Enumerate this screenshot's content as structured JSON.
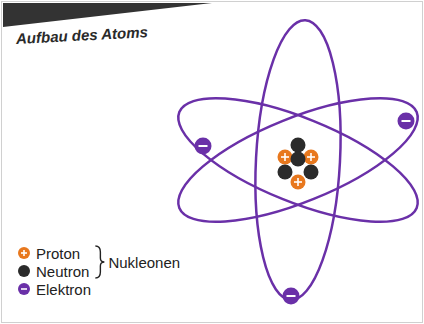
{
  "diagram": {
    "title": "Aufbau des Atoms",
    "labels": [
      "Nukleonen"
    ],
    "legend": [
      {
        "text": "Proton",
        "color": "#e8781e"
      },
      {
        "text": "Neutron",
        "color": "#2b2b2b"
      },
      {
        "text": "Elektron",
        "color": "#6a30a8"
      }
    ]
  }
}
